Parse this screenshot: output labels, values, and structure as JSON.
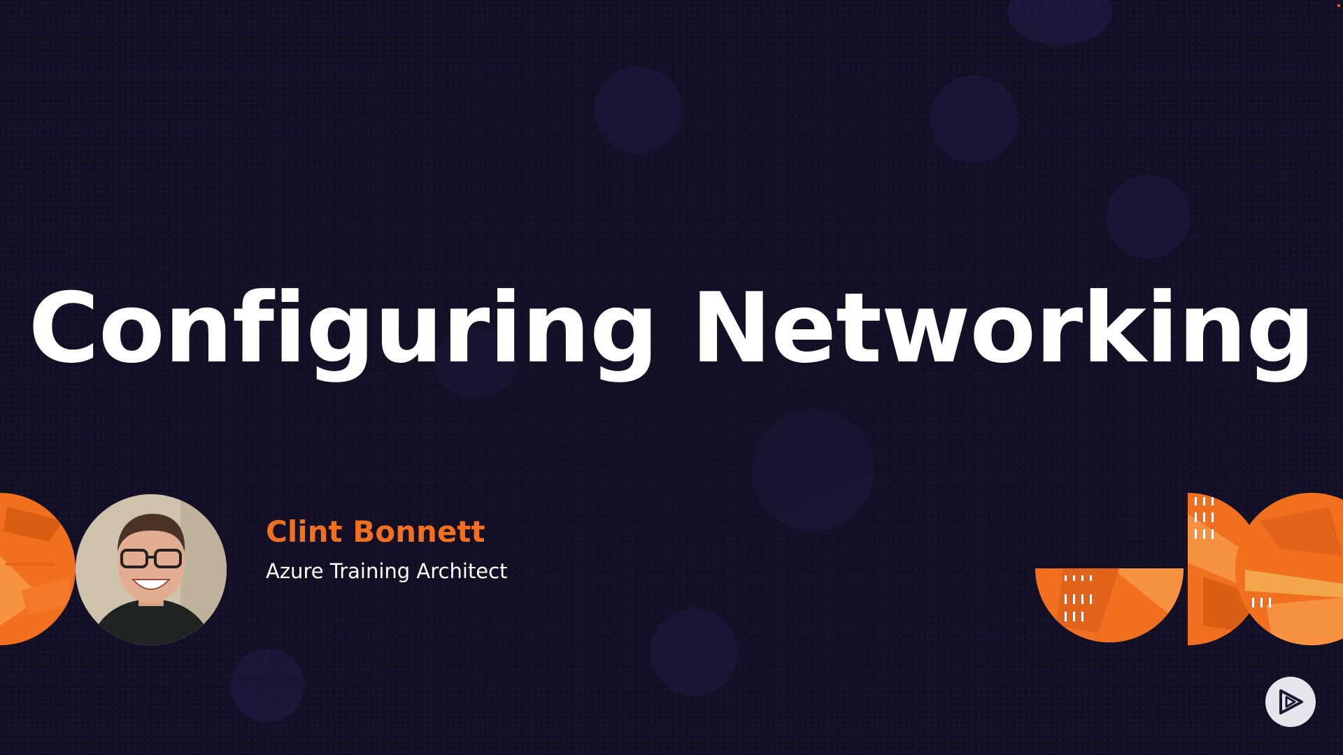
{
  "slide": {
    "title": "Configuring Networking",
    "presenter": {
      "name": "Clint Bonnett",
      "role": "Azure Training Architect"
    }
  },
  "brand": {
    "logo_icon": "play-icon"
  },
  "colors": {
    "background": "#130f25",
    "accent": "#f0701f",
    "title_text": "#ffffff",
    "logo_circle": "#e7e4ec"
  }
}
